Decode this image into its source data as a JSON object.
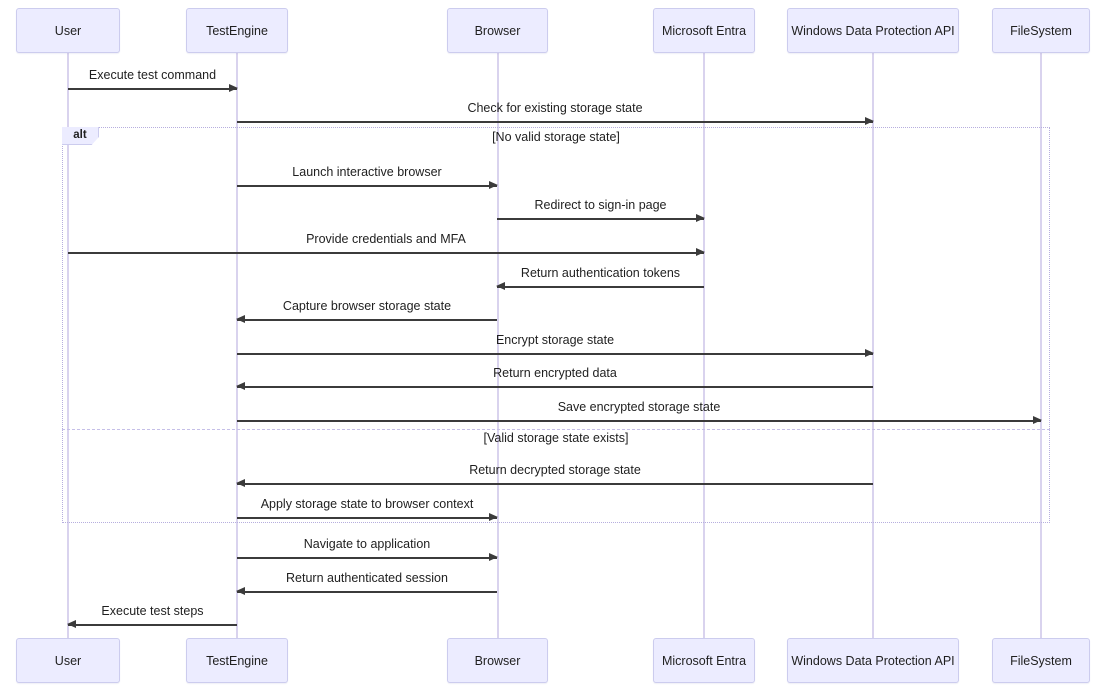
{
  "diagram": {
    "type": "sequence",
    "participants": [
      {
        "name": "User"
      },
      {
        "name": "TestEngine"
      },
      {
        "name": "Browser"
      },
      {
        "name": "Microsoft Entra"
      },
      {
        "name": "Windows Data Protection API"
      },
      {
        "name": "FileSystem"
      }
    ],
    "alt_block": {
      "label": "alt",
      "sections": [
        {
          "condition": "[No valid storage state]"
        },
        {
          "condition": "[Valid storage state exists]"
        }
      ]
    },
    "messages": [
      {
        "from": "User",
        "to": "TestEngine",
        "label": "Execute test command"
      },
      {
        "from": "TestEngine",
        "to": "Windows Data Protection API",
        "label": "Check for existing storage state"
      },
      {
        "from": "TestEngine",
        "to": "Browser",
        "label": "Launch interactive browser"
      },
      {
        "from": "Browser",
        "to": "Microsoft Entra",
        "label": "Redirect to sign-in page"
      },
      {
        "from": "User",
        "to": "Microsoft Entra",
        "label": "Provide credentials and MFA"
      },
      {
        "from": "Microsoft Entra",
        "to": "Browser",
        "label": "Return authentication tokens"
      },
      {
        "from": "Browser",
        "to": "TestEngine",
        "label": "Capture browser storage state"
      },
      {
        "from": "TestEngine",
        "to": "Windows Data Protection API",
        "label": "Encrypt storage state"
      },
      {
        "from": "Windows Data Protection API",
        "to": "TestEngine",
        "label": "Return encrypted data"
      },
      {
        "from": "TestEngine",
        "to": "FileSystem",
        "label": "Save encrypted storage state"
      },
      {
        "from": "Windows Data Protection API",
        "to": "TestEngine",
        "label": "Return decrypted storage state"
      },
      {
        "from": "TestEngine",
        "to": "Browser",
        "label": "Apply storage state to browser context"
      },
      {
        "from": "TestEngine",
        "to": "Browser",
        "label": "Navigate to application"
      },
      {
        "from": "Browser",
        "to": "TestEngine",
        "label": "Return authenticated session"
      },
      {
        "from": "TestEngine",
        "to": "User",
        "label": "Execute test steps"
      }
    ],
    "colors": {
      "actor_fill": "#ECECFF",
      "actor_border": "#CCCCEE",
      "lifeline": "#d9d3ee",
      "frame_border": "#b6aede",
      "arrow": "#3b3b3b",
      "text": "#1f1f1f"
    }
  }
}
